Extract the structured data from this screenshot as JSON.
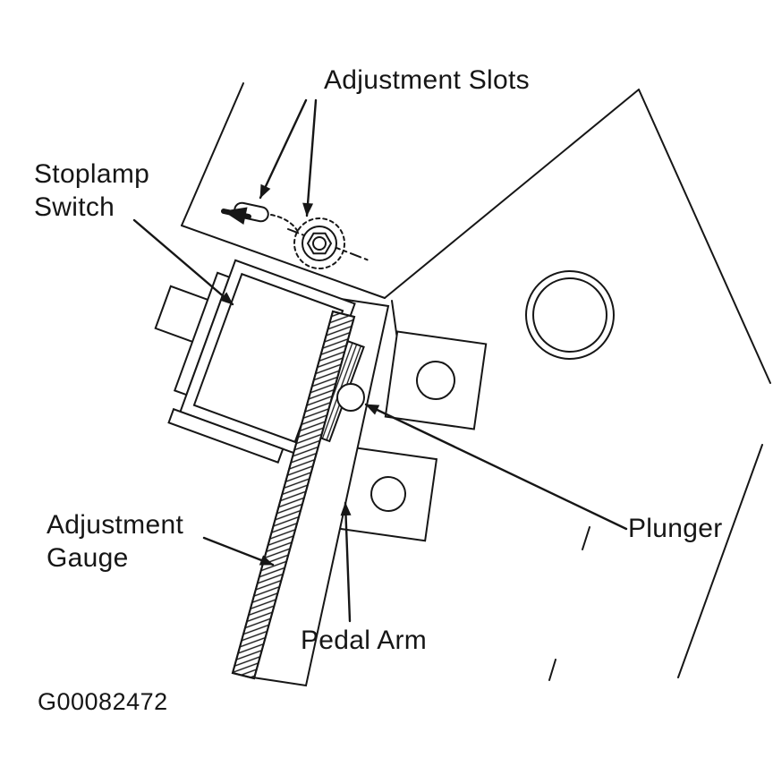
{
  "figure": {
    "id_code": "G00082472",
    "colors": {
      "line": "#161616",
      "background": "#ffffff"
    }
  },
  "labels": {
    "adjustment_slots": "Adjustment Slots",
    "stoplamp_switch": "Stoplamp\nSwitch",
    "adjustment_gauge": "Adjustment\nGauge",
    "plunger": "Plunger",
    "pedal_arm": "Pedal Arm"
  }
}
